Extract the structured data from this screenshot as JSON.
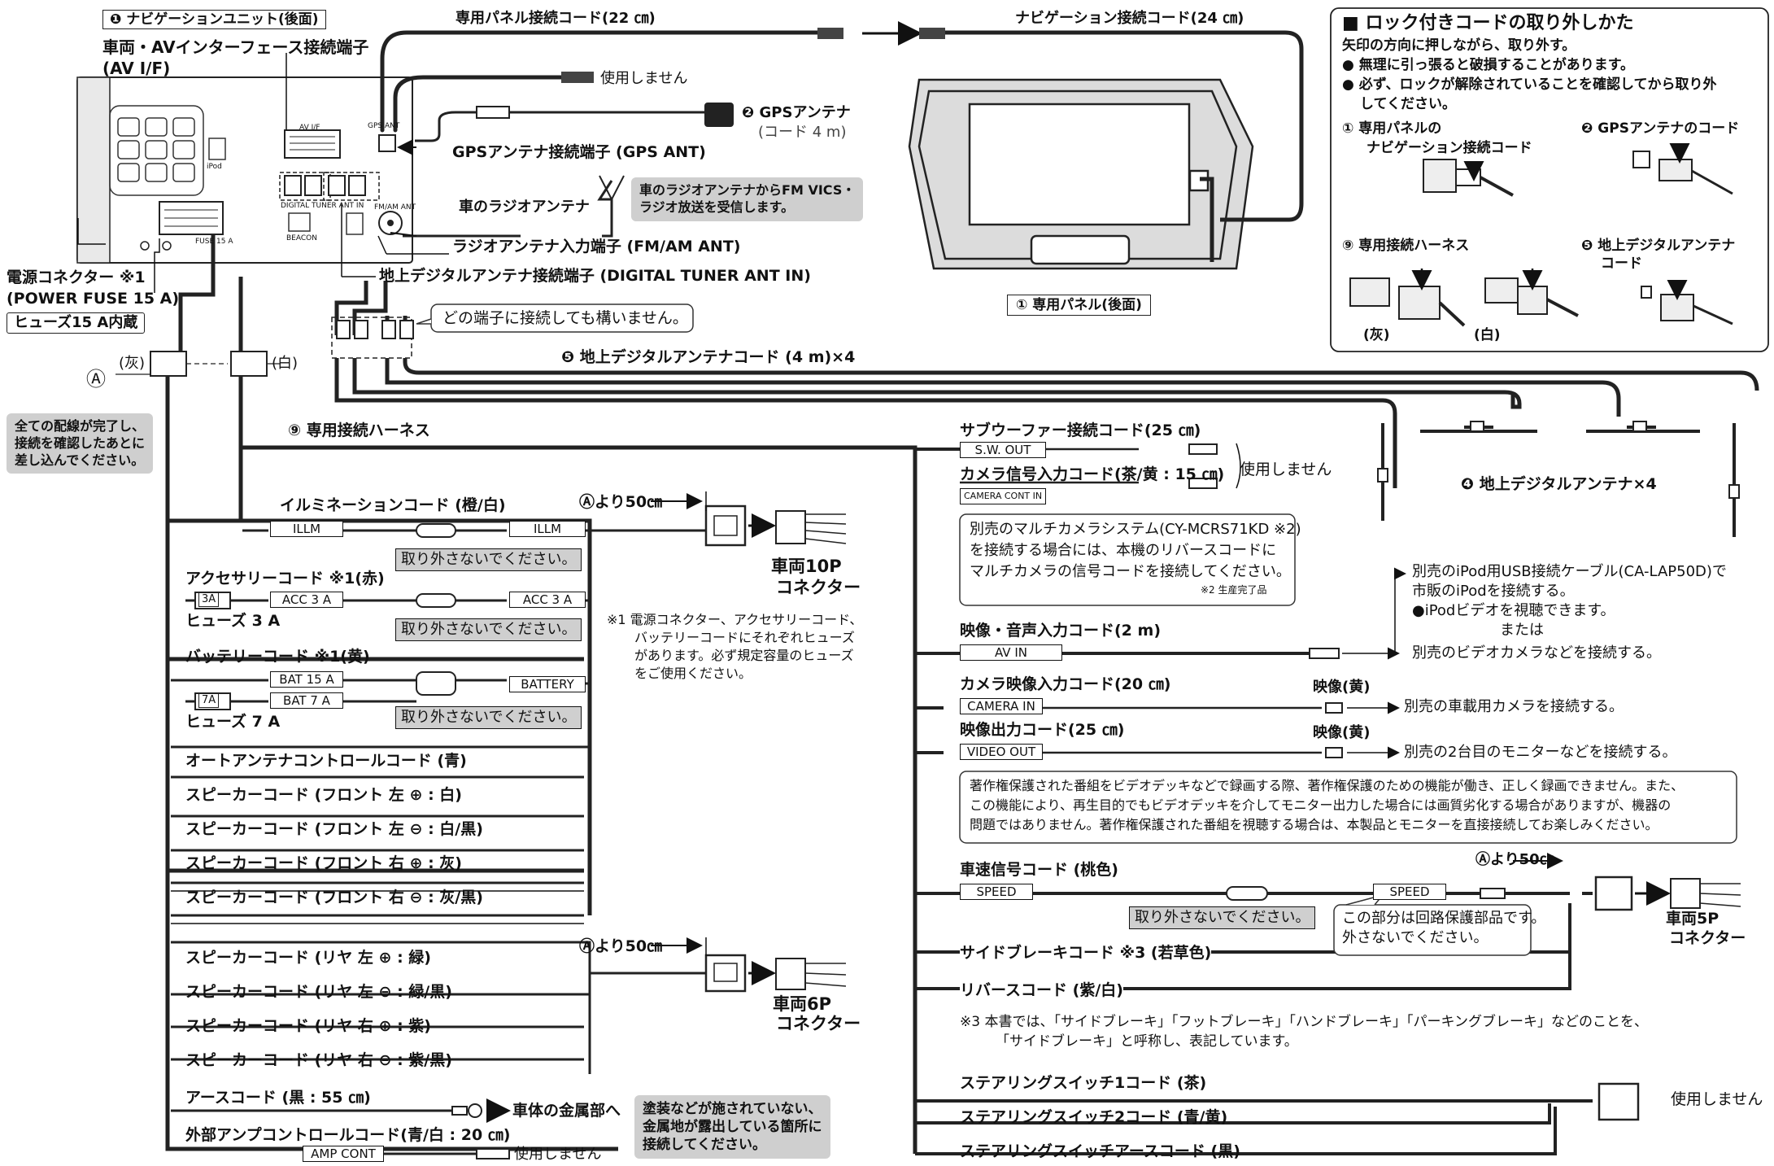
{
  "title": {
    "nav_unit": "❶ ナビゲーションユニット(後面)",
    "avif_line1": "車両・AVインターフェース接続端子",
    "avif_line2": "(AV I/F)"
  },
  "unit_small": {
    "ipod": "iPod",
    "av_if": "AV I/F",
    "gps_ant": "GPS ANT",
    "digital_tuner": "DIGITAL TUNER ANT IN",
    "beacon": "BEACON",
    "fmam": "FM/AM ANT",
    "fuse": "FUSE 15 A"
  },
  "top": {
    "panel_cord": "専用パネル接続コード(22 ㎝)",
    "nav_cord": "ナビゲーション接続コード(24 ㎝)",
    "unused": "使用しません",
    "gps_antenna": "❷ GPSアンテナ",
    "gps_cord": "(コード 4 m)",
    "gps_terminal": "GPSアンテナ接続端子 (GPS ANT)",
    "radio_antenna": "車のラジオアンテナ",
    "radio_note_1": "車のラジオアンテナからFM VICS・",
    "radio_note_2": "ラジオ放送を受信します。",
    "radio_terminal": "ラジオアンテナ入力端子 (FM/AM ANT)",
    "digital_terminal": "地上デジタルアンテナ接続端子 (DIGITAL TUNER ANT IN)",
    "power_connector": "電源コネクター ※1",
    "power_fuse": "(POWER FUSE 15 A)",
    "fuse_built_in": "ヒューズ15 A内蔵",
    "any_terminal": "どの端子に接続しても構いません。",
    "panel_rear": "① 専用パネル(後面)",
    "digital_cord": "❺ 地上デジタルアンテナコード (4 m)×4"
  },
  "lock": {
    "heading": "■ ロック付きコードの取り外しかた",
    "line1": "矢印の方向に押しながら、取り外す。",
    "line2": "● 無理に引っ張ると破損することがあります。",
    "line3": "● 必ず、ロックが解除されていることを確認してから取り外",
    "line4": "してください。",
    "item1a": "① 専用パネルの",
    "item1b": "ナビゲーション接続コード",
    "item2": "❷ GPSアンテナのコード",
    "item9": "⑨ 専用接続ハーネス",
    "item5a": "❺ 地上デジタルアンテナ",
    "item5b": "コード",
    "gray": "(灰)",
    "white": "(白)"
  },
  "harness": {
    "a_mark": "Ⓐ",
    "gray": "(灰)",
    "white": "(白)",
    "note_1": "全ての配線が完了し、",
    "note_2": "接続を確認したあとに",
    "note_3": "差し込んでください。",
    "harness_label": "⑨ 専用接続ハーネス",
    "illum": "イルミネーションコード (橙/白)",
    "illm": "ILLM",
    "from_a": "Ⓐより50㎝",
    "do_not_remove": "取り外さないでください。",
    "acc": "アクセサリーコード ※1(赤)",
    "acc3a": "ACC 3 A",
    "fuse3a_label": "ヒューズ 3 A",
    "fuse3a_tag": "3A",
    "battery": "バッテリーコード ※1(黄)",
    "bat15": "BAT 15 A",
    "bat7": "BAT 7 A",
    "battery_box": "BATTERY",
    "fuse7a_label": "ヒューズ 7 A",
    "fuse7a_tag": "7A",
    "conn10p_1": "車両10P",
    "conn10p_2": "コネクター",
    "note1_1": "※1 電源コネクター、アクセサリーコード、",
    "note1_2": "バッテリーコードにそれぞれヒューズ",
    "note1_3": "があります。必ず規定容量のヒューズ",
    "note1_4": "をご使用ください。",
    "auto_ant": "オートアンテナコントロールコード (青)",
    "sp_fl_p": "スピーカーコード (フロント 左 ⊕ : 白)",
    "sp_fl_m": "スピーカーコード (フロント 左 ⊖ : 白/黒)",
    "sp_fr_p": "スピーカーコード (フロント 右 ⊕ : 灰)",
    "sp_fr_m": "スピーカーコード (フロント 右 ⊖ : 灰/黒)",
    "sp_rl_p": "スピーカーコード (リヤ 左 ⊕ : 緑)",
    "sp_rl_m": "スピーカーコード (リヤ 左 ⊖ : 緑/黒)",
    "sp_rr_p": "スピーカーコード (リヤ 右 ⊕ : 紫)",
    "sp_rr_m": "スピーカーコード (リヤ 右 ⊖ : 紫/黒)",
    "conn6p_1": "車両6P",
    "conn6p_2": "コネクター",
    "earth": "アースコード (黒 : 55 ㎝)",
    "earth_to": "車体の金属部へ",
    "earth_note_1": "塗装などが施されていない、",
    "earth_note_2": "金属地が露出している箇所に",
    "earth_note_3": "接続してください。",
    "amp": "外部アンプコントロールコード(青/白 : 20 ㎝)",
    "amp_box": "AMP CONT",
    "unused": "使用しません"
  },
  "right": {
    "sw_cord": "サブウーファー接続コード(25 ㎝)",
    "sw_box": "S.W. OUT",
    "cam_sig": "カメラ信号入力コード(茶/黄 : 15 ㎝)",
    "cam_box": "CAMERA CONT IN",
    "unused": "使用しません",
    "multi_1": "別売のマルチカメラシステム(CY-MCRS71KD ※2)",
    "multi_2": "を接続する場合には、本機のリバースコードに",
    "multi_3": "マルチカメラの信号コードを接続してください。",
    "multi_4": "※2 生産完了品",
    "digital_ant": "❹ 地上デジタルアンテナ×4",
    "ipod_1": "別売のiPod用USB接続ケーブル(CA-LAP50D)で",
    "ipod_2": "市販のiPodを接続する。",
    "ipod_3": "●iPodビデオを視聴できます。",
    "ipod_4": "または",
    "av_in_cord": "映像・音声入力コード(2 m)",
    "av_in_box": "AV IN",
    "video_cam": "別売のビデオカメラなどを接続する。",
    "cam_in_cord": "カメラ映像入力コード(20 ㎝)",
    "cam_in_box": "CAMERA IN",
    "video_yellow": "映像(黄)",
    "car_cam": "別売の車載用カメラを接続する。",
    "vout_cord": "映像出力コード(25 ㎝)",
    "vout_box": "VIDEO OUT",
    "monitor2": "別売の2台目のモニターなどを接続する。",
    "copy_1": "著作権保護された番組をビデオデッキなどで録画する際、著作権保護のための機能が働き、正しく録画できません。また、",
    "copy_2": "この機能により、再生目的でもビデオデッキを介してモニター出力した場合には画質劣化する場合がありますが、機器の",
    "copy_3": "問題ではありません。著作権保護された番組を視聴する場合は、本製品とモニターを直接接続してお楽しみください。",
    "speed_cord": "車速信号コード (桃色)",
    "speed_box": "SPEED",
    "from_a": "Ⓐより50㎝",
    "do_not_remove": "取り外さないでください。",
    "protect_1": "この部分は回路保護部品です。",
    "protect_2": "外さないでください。",
    "conn5p_1": "車両5P",
    "conn5p_2": "コネクター",
    "side_brake": "サイドブレーキコード ※3 (若草色)",
    "reverse": "リバースコード (紫/白)",
    "note3_1": "※3 本書では、「サイドブレーキ」「フットブレーキ」「ハンドブレーキ」「パーキングブレーキ」などのことを、",
    "note3_2": "「サイドブレーキ」と呼称し、表記しています。",
    "steer1": "ステアリングスイッチ1コード (茶)",
    "steer2": "ステアリングスイッチ2コード (青/黄)",
    "steer_earth": "ステアリングスイッチアースコード (黒)",
    "steer_unused": "使用しません"
  }
}
